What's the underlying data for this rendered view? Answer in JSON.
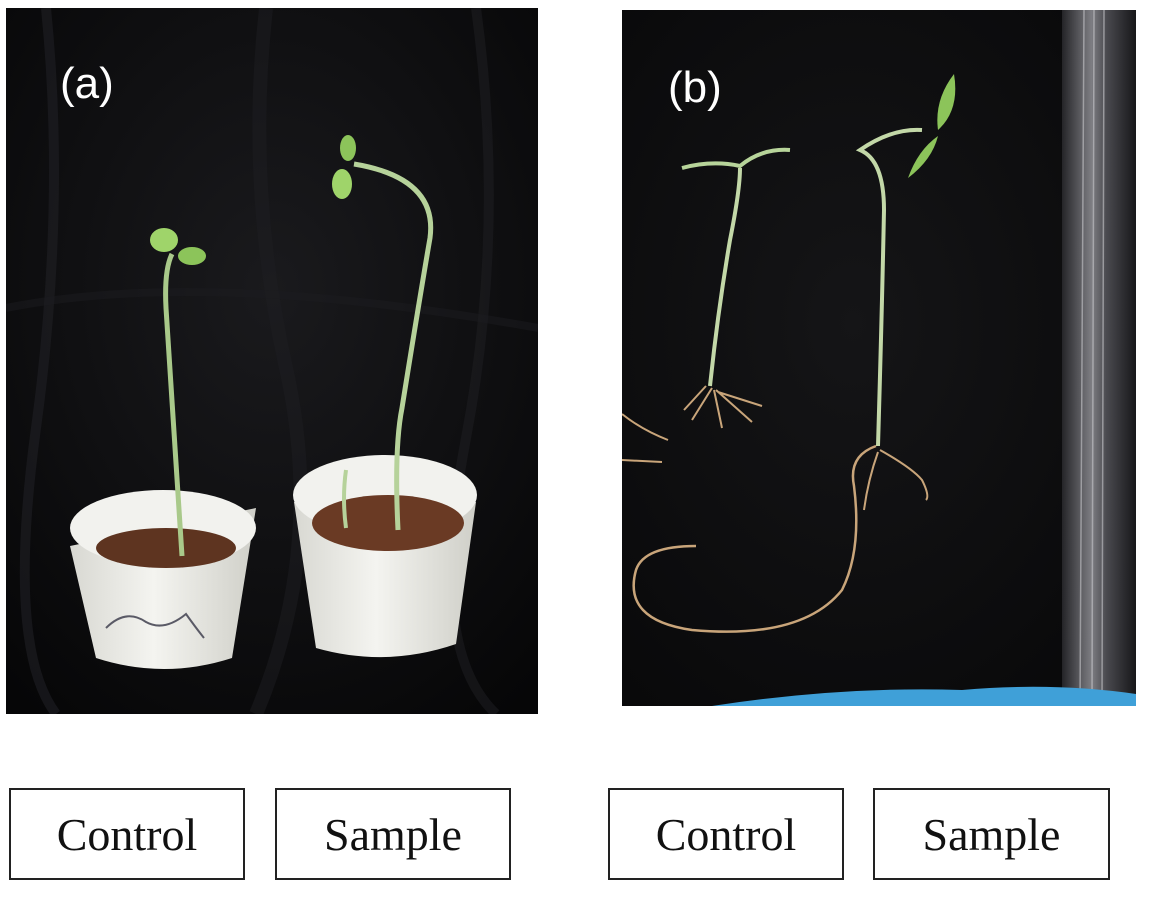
{
  "panels": [
    {
      "letter": "(a)",
      "photo": "two potted seedlings, one per pot, on black cloth"
    },
    {
      "letter": "(b)",
      "photo": "two uprooted seedlings with roots on black cloth"
    }
  ],
  "labels": {
    "a_control": "Control",
    "a_sample": "Sample",
    "b_control": "Control",
    "b_sample": "Sample"
  },
  "colors": {
    "background": "#ffffff",
    "cloth": "#0d0d0f",
    "leaf": "#8fc95a",
    "stem": "#b9d39a",
    "root": "#c9a57a",
    "soil": "#6a3a24",
    "pot": "#eeeeea"
  }
}
